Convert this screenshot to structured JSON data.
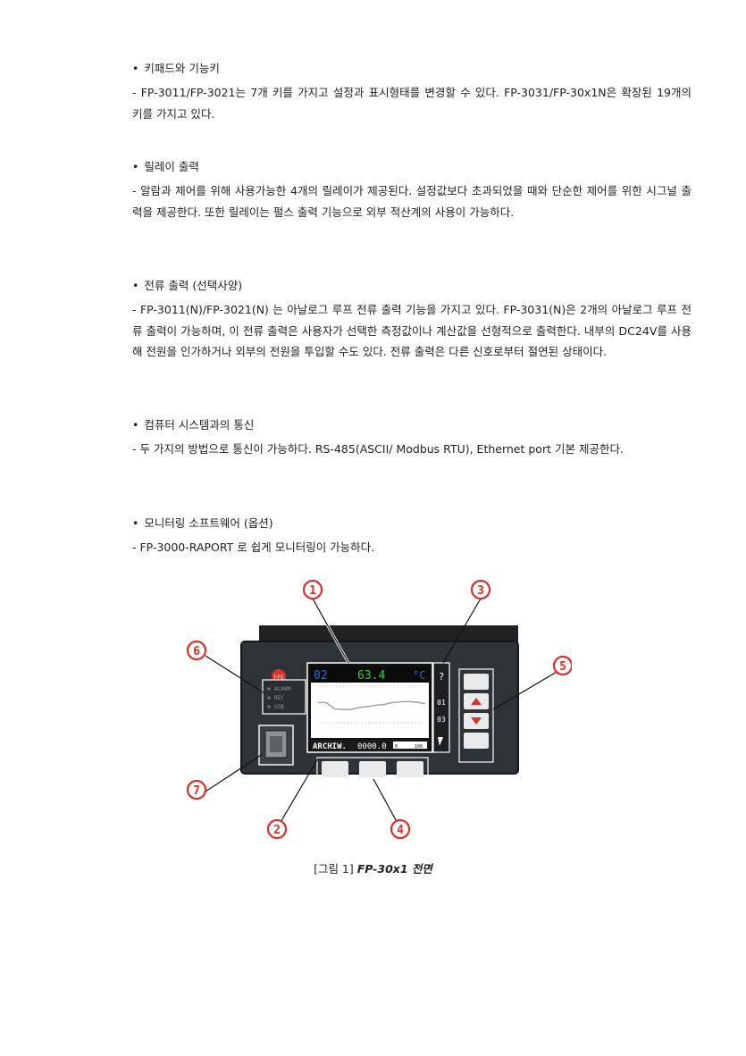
{
  "sections": [
    {
      "heading": "키패드와 기능키",
      "body": "- FP-3011/FP-3021는 7개 키를 가지고 설정과 표시형태를 변경할 수 있다. FP-3031/FP-30x1N은 확장된 19개의 키를 가지고 있다."
    },
    {
      "heading": "릴레이 출력",
      "body": "- 알람과 제어를 위해 사용가능한 4개의 릴레이가 제공된다. 설정값보다 초과되었을 때와 단순한 제어를 위한 시그널 출력을 제공한다. 또한 릴레이는 펄스 출력 기능으로 외부 적산계의 사용이 가능하다."
    },
    {
      "heading": "전류 출력 (선택사양)",
      "body": "- FP-3011(N)/FP-3021(N) 는 아날로그 루프 전류 출력 기능을 가지고 있다. FP-3031(N)은 2개의 아날로그 루프 전류 출력이 가능하며, 이 전류 출력은 사용자가 선택한 측정값이나 계산값을 선형적으로 출력한다. 내부의 DC24V를 사용해 전원을 인가하거나 외부의 전원을 투입할 수도 있다. 전류 출력은 다른 신호로부터 절연된 상태이다."
    },
    {
      "heading": "컴퓨터 시스템과의 통신",
      "body": "- 두 가지의 방법으로 통신이 가능하다. RS-485(ASCII/ Modbus RTU), Ethernet port 기본 제공한다."
    },
    {
      "heading": "모니터링 소프트웨어 (옵션)",
      "body": "- FP-3000-RAPORT 로 쉽게 모니터링이 가능하다."
    }
  ],
  "bullet": "•",
  "figure": {
    "screen_channel": "02",
    "screen_value": "63.4",
    "screen_unit": "°C",
    "screen_mode": "ARCHIW.",
    "screen_counter": "0000.0",
    "scale_min": "0",
    "scale_max": "100",
    "side_keys": [
      "?",
      "01",
      "03"
    ],
    "status_leds": [
      "ALARM",
      "REC",
      "USB"
    ],
    "brand": "FFS",
    "callouts": [
      "1",
      "2",
      "3",
      "4",
      "5",
      "6",
      "7"
    ],
    "trend_values": [
      55,
      55,
      38,
      36,
      36,
      42,
      44,
      48,
      50,
      55,
      57,
      58,
      56,
      52
    ]
  },
  "caption": {
    "prefix": "[그림 1]",
    "title": "FP-30x1 전면"
  },
  "colors": {
    "callout_red": "#d9302c",
    "panel": "#2e3338",
    "screen_bg": "#ffffff",
    "value_green": "#2bd13a",
    "channel_blue": "#2a6fd6",
    "button_red": "#d6332c"
  }
}
